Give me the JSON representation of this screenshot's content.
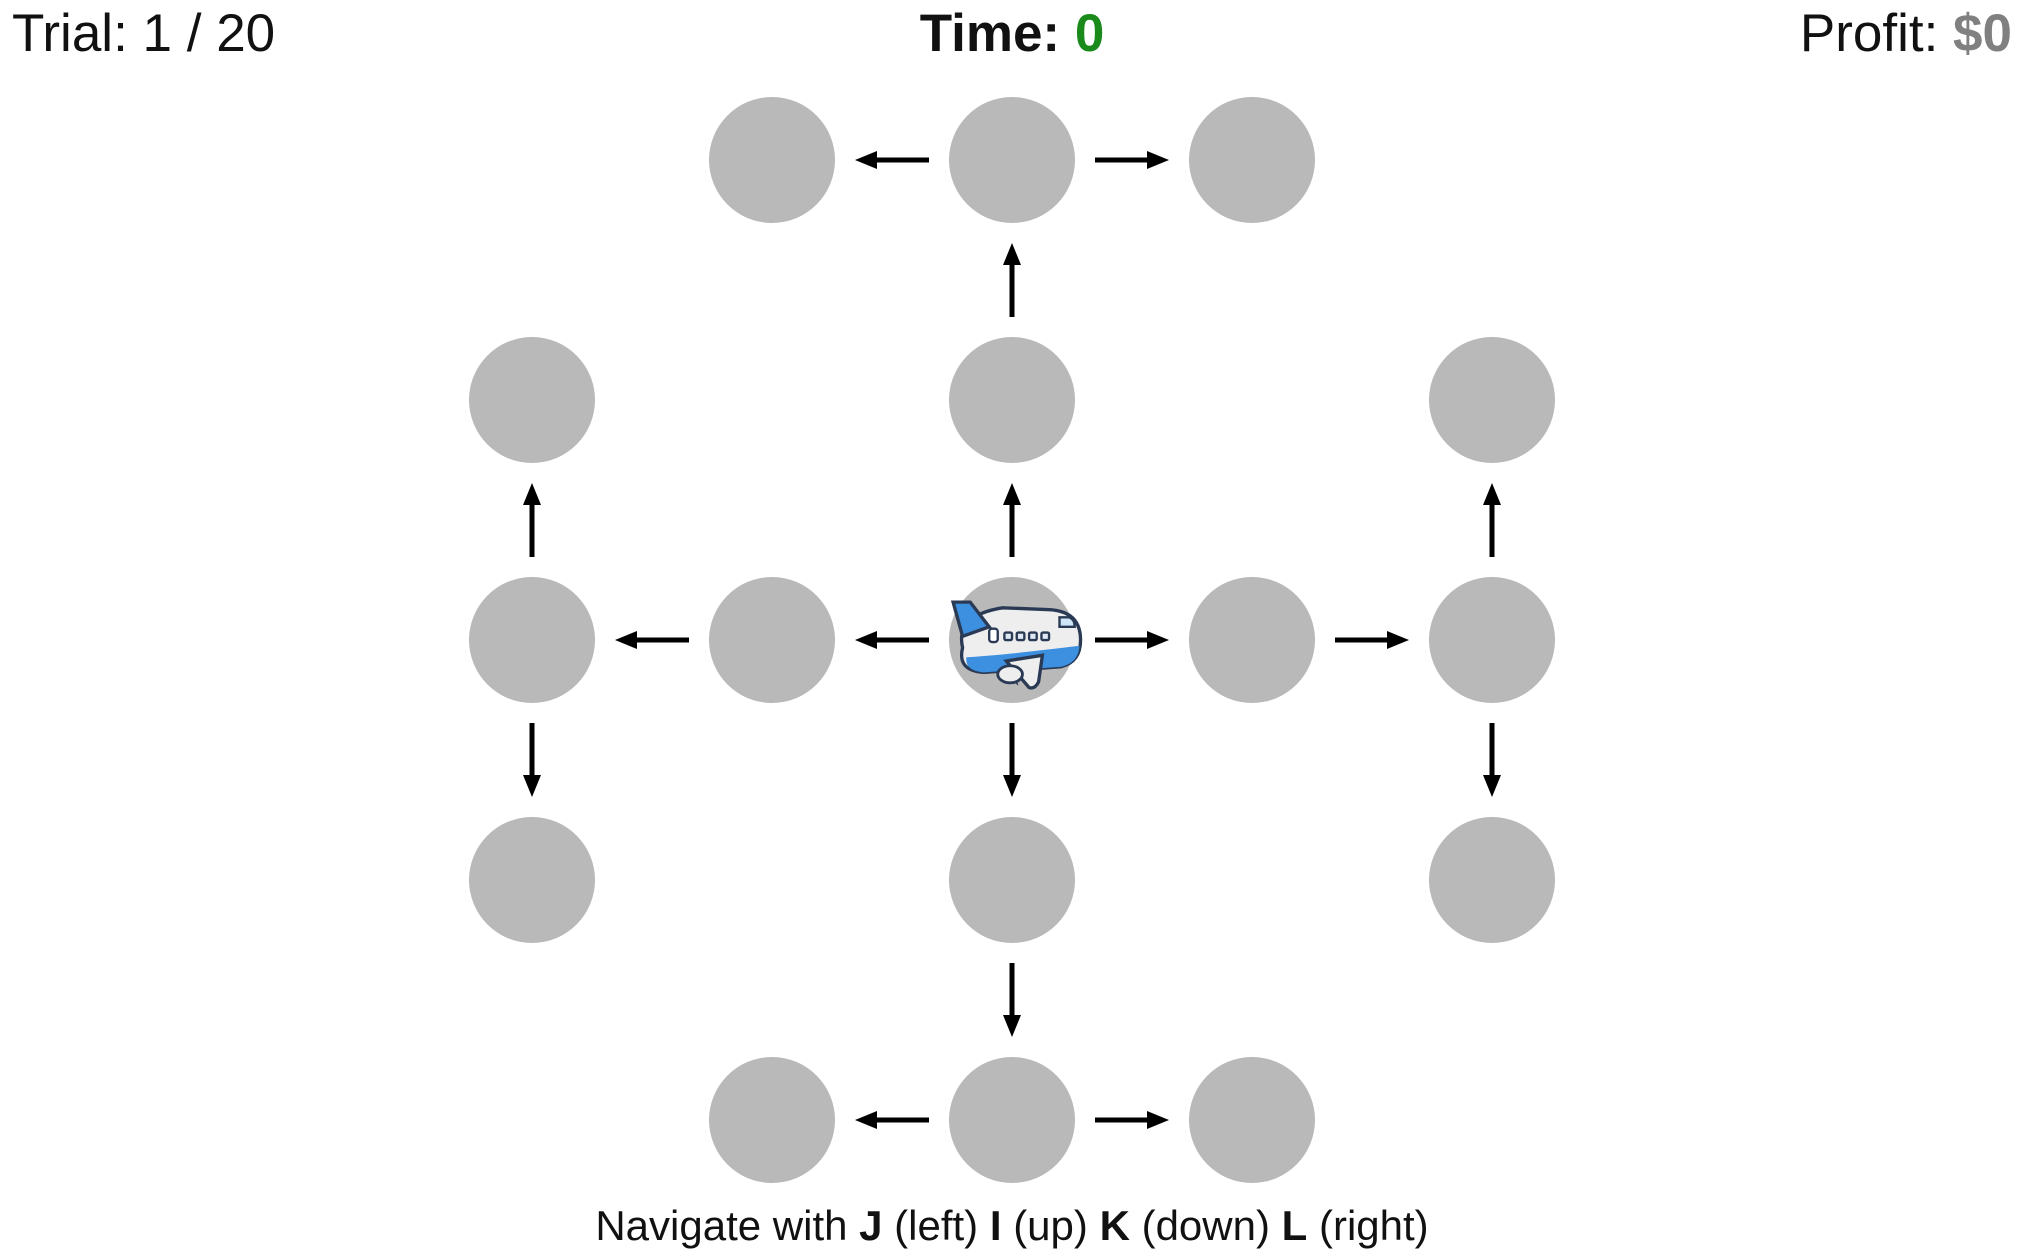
{
  "hud": {
    "trial_label": "Trial:",
    "trial_value": "1 / 20",
    "time_label": "Time:",
    "time_value": "0",
    "profit_label": "Profit:",
    "profit_value": "$0"
  },
  "colors": {
    "node": "#b9b9b9",
    "arrow": "#000000",
    "time_value": "#1a8a1a",
    "profit_value": "#808080",
    "plane_body": "#eeeeee",
    "plane_accent": "#3d8fe0"
  },
  "board": {
    "current_node": "c",
    "player_icon": "airplane-icon",
    "nodes": [
      {
        "id": "tl",
        "col": -1,
        "row": -2
      },
      {
        "id": "t",
        "col": 0,
        "row": -2
      },
      {
        "id": "tr",
        "col": 1,
        "row": -2
      },
      {
        "id": "u",
        "col": 0,
        "row": -1
      },
      {
        "id": "ul",
        "col": -2,
        "row": -1
      },
      {
        "id": "ur",
        "col": 2,
        "row": -1
      },
      {
        "id": "ll",
        "col": -2,
        "row": 0
      },
      {
        "id": "l",
        "col": -1,
        "row": 0
      },
      {
        "id": "c",
        "col": 0,
        "row": 0
      },
      {
        "id": "r",
        "col": 1,
        "row": 0
      },
      {
        "id": "rr",
        "col": 2,
        "row": 0
      },
      {
        "id": "dl",
        "col": -2,
        "row": 1
      },
      {
        "id": "d",
        "col": 0,
        "row": 1
      },
      {
        "id": "dr",
        "col": 2,
        "row": 1
      },
      {
        "id": "bl",
        "col": -1,
        "row": 2
      },
      {
        "id": "b",
        "col": 0,
        "row": 2
      },
      {
        "id": "br",
        "col": 1,
        "row": 2
      }
    ],
    "edges": [
      {
        "from": "c",
        "to": "u"
      },
      {
        "from": "u",
        "to": "t"
      },
      {
        "from": "t",
        "to": "tl"
      },
      {
        "from": "t",
        "to": "tr"
      },
      {
        "from": "c",
        "to": "l"
      },
      {
        "from": "l",
        "to": "ll"
      },
      {
        "from": "ll",
        "to": "ul"
      },
      {
        "from": "ll",
        "to": "dl"
      },
      {
        "from": "c",
        "to": "r"
      },
      {
        "from": "r",
        "to": "rr"
      },
      {
        "from": "rr",
        "to": "ur"
      },
      {
        "from": "rr",
        "to": "dr"
      },
      {
        "from": "c",
        "to": "d"
      },
      {
        "from": "d",
        "to": "b"
      },
      {
        "from": "b",
        "to": "bl"
      },
      {
        "from": "b",
        "to": "br"
      }
    ]
  },
  "instructions": {
    "prefix": "Navigate with",
    "keys": [
      {
        "key": "J",
        "label": "(left)"
      },
      {
        "key": "I",
        "label": "(up)"
      },
      {
        "key": "K",
        "label": "(down)"
      },
      {
        "key": "L",
        "label": "(right)"
      }
    ]
  }
}
